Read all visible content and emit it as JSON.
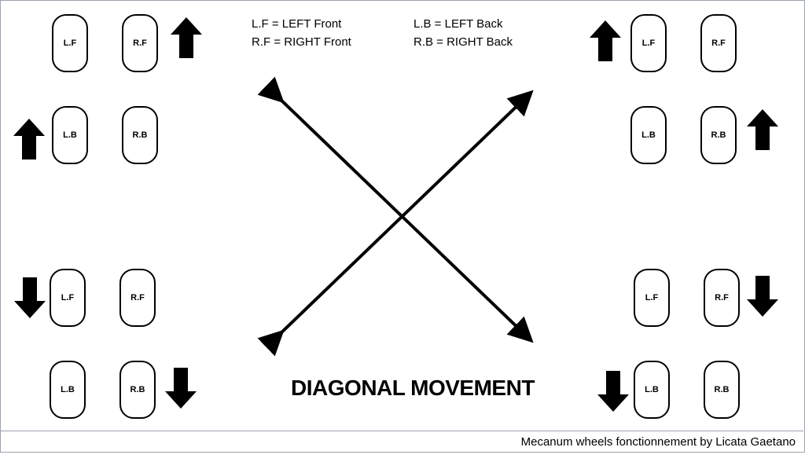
{
  "legend": {
    "lf": "L.F = LEFT Front",
    "rf": "R.F = RIGHT Front",
    "lb": "L.B = LEFT Back",
    "rb": "R.B = RIGHT Back"
  },
  "title": "DIAGONAL MOVEMENT",
  "credit": "Mecanum wheels fonctionnement by Licata Gaetano",
  "wheels": {
    "lf": "L.F",
    "rf": "R.F",
    "lb": "L.B",
    "rb": "R.B"
  },
  "icons": {
    "up": "arrow-up-icon",
    "down": "arrow-down-icon",
    "diagonal": "double-headed-diagonal-arrow-icon"
  },
  "colors": {
    "ink": "#000000",
    "frame": "#9aa3ad",
    "background": "#ffffff"
  }
}
